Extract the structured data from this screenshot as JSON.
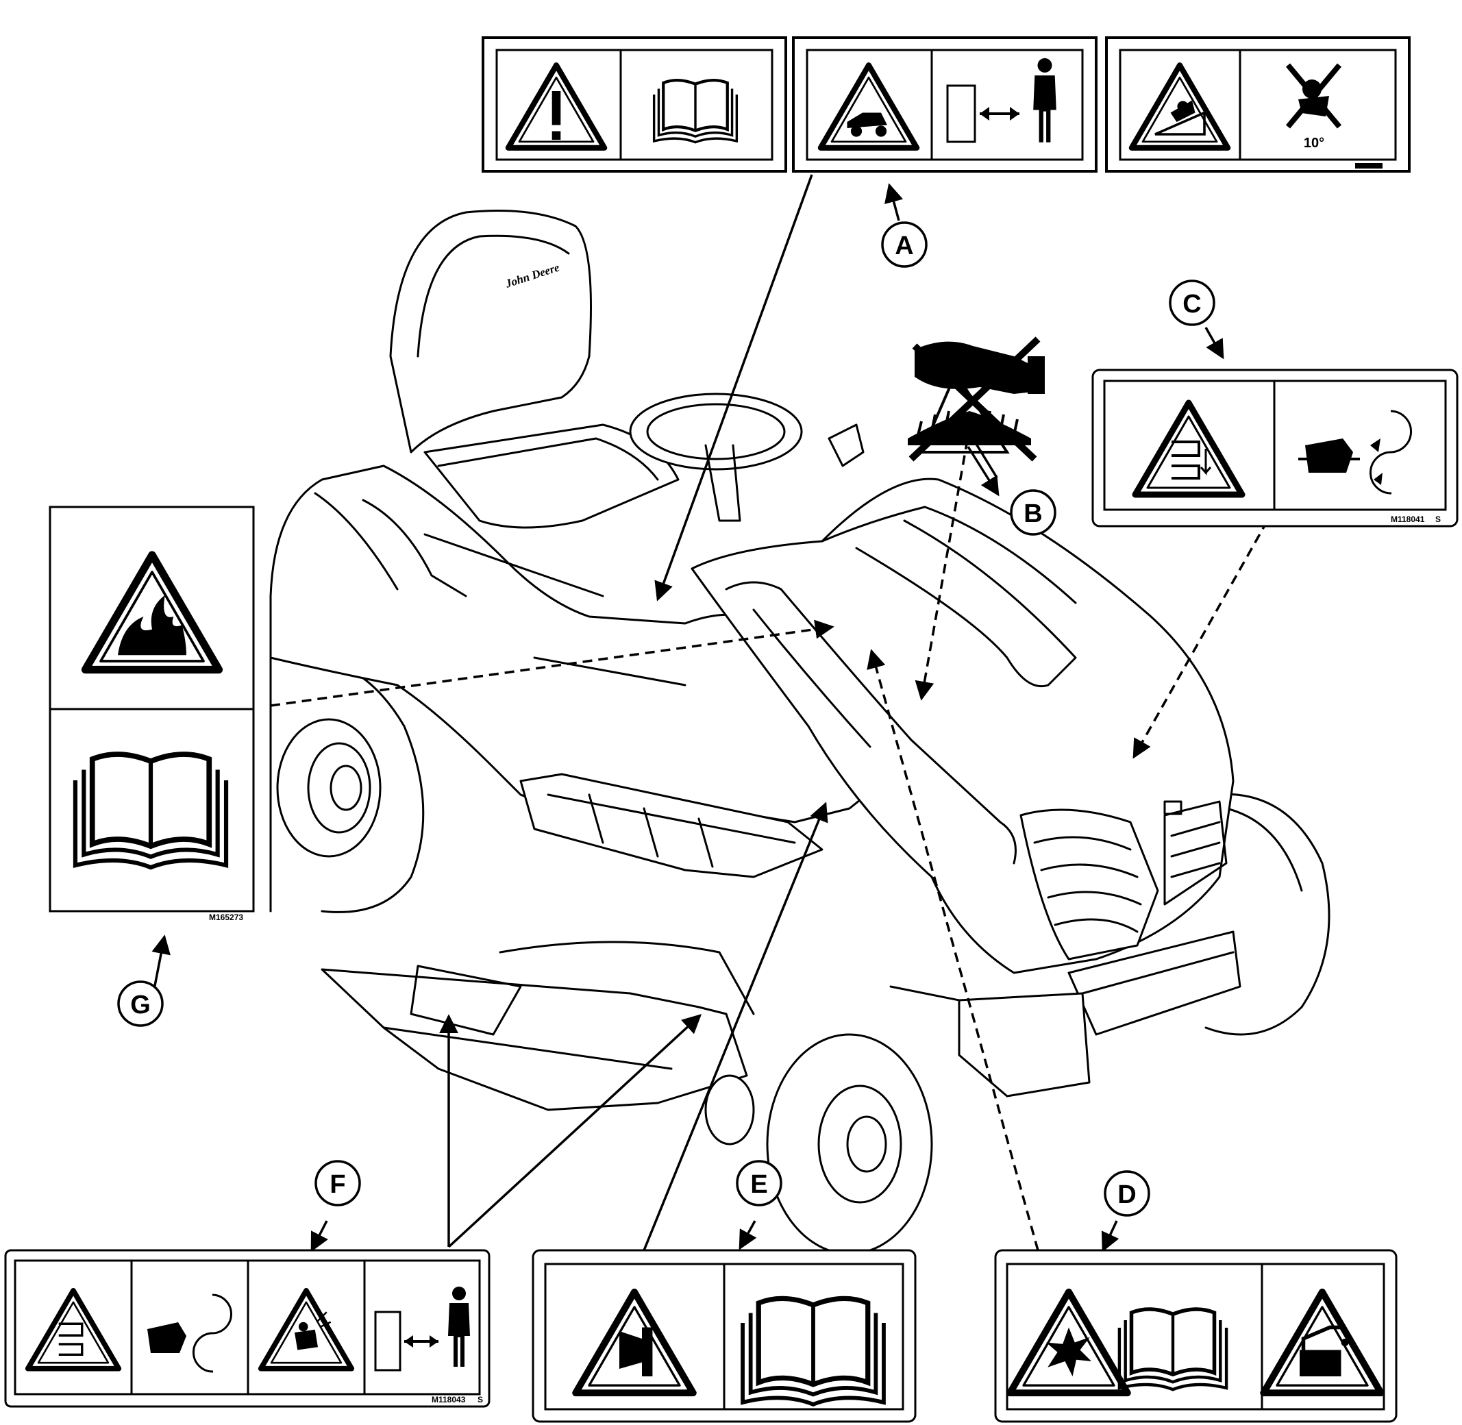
{
  "diagram": {
    "callouts": {
      "a": "A",
      "b": "B",
      "c": "C",
      "d": "D",
      "e": "E",
      "f": "F",
      "g": "G"
    },
    "part_numbers": {
      "c": "M118041",
      "c_suffix": "S",
      "f": "M118043",
      "f_suffix": "S",
      "g": "M165273"
    },
    "slope_label": "10°",
    "brand_mark": "John Deere"
  }
}
